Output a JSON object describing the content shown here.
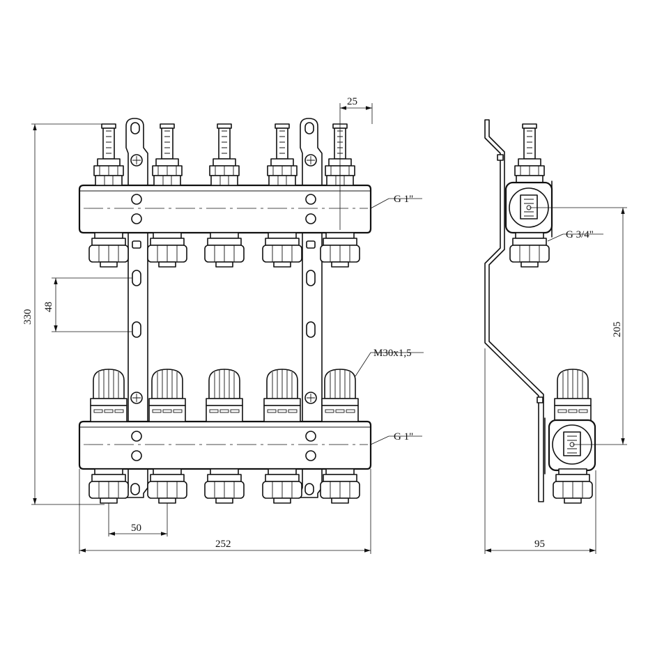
{
  "dimensions": {
    "pitch_top": "25",
    "hole_spacing": "48",
    "total_height": "330",
    "outlet_spacing": "50",
    "total_width": "252",
    "side_depth": "95",
    "header_spacing": "205"
  },
  "callouts": {
    "top_header_thread": "G 1\"",
    "bottom_header_thread": "G 1\"",
    "cap_thread": "M30x1,5",
    "side_outlet_thread": "G 3/4\""
  },
  "counts": {
    "outlets_per_header": 5
  }
}
